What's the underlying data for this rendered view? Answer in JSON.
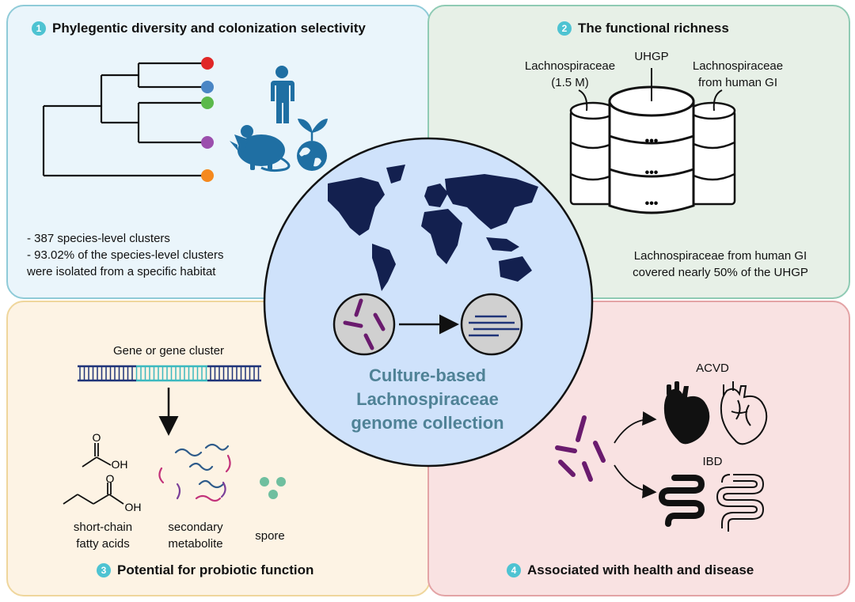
{
  "panels": {
    "p1": {
      "number": "1",
      "title": "Phylegentic diversity and colonization selectivity",
      "stats": [
        "- 387 species-level clusters",
        "- 93.02% of the species-level clusters",
        "were isolated from a specific habitat"
      ],
      "leaf_colors": [
        "#e02727",
        "#4a86c5",
        "#5bb94b",
        "#9b4fad",
        "#f5891e"
      ]
    },
    "p2": {
      "number": "2",
      "title": "The functional richness",
      "db_left_label": [
        "Lachnospiraceae",
        "(1.5 M)"
      ],
      "db_center_label": "UHGP",
      "db_right_label": [
        "Lachnospiraceae",
        "from human GI"
      ],
      "dots": "•••",
      "summary": [
        "Lachnospiraceae from human GI",
        "covered nearly 50% of the UHGP"
      ]
    },
    "p3": {
      "number": "3",
      "title": "Potential for probiotic function",
      "gene_label": "Gene or gene cluster",
      "acetate_atoms": [
        "O",
        "OH"
      ],
      "butyrate_atoms": [
        "O",
        "OH"
      ],
      "scfa_label": [
        "short-chain",
        "fatty acids"
      ],
      "metabolite_label": [
        "secondary",
        "metabolite"
      ],
      "spore_label": "spore"
    },
    "p4": {
      "number": "4",
      "title": "Associated with health and disease",
      "disease_1": "ACVD",
      "disease_2": "IBD"
    }
  },
  "center": {
    "title_lines": [
      "Culture-based",
      "Lachnospiraceae",
      "genome collection"
    ]
  },
  "colors": {
    "badge": "#4ec3d2",
    "bacteria": "#6a1b6e",
    "map": "#13204f",
    "center_fill": "#cfe2fb",
    "center_title": "#4f8296",
    "dna_dark": "#1f3479",
    "dna_highlight": "#3cb9bf"
  }
}
